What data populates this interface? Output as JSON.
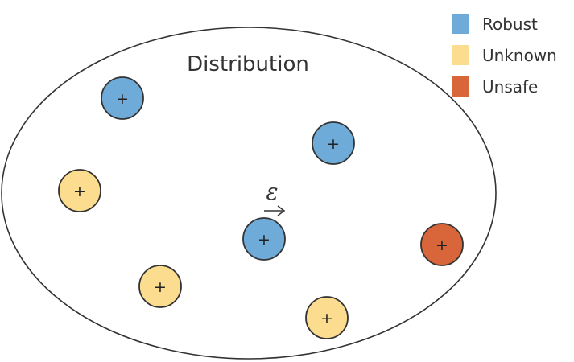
{
  "title": "Distribution",
  "perturbation_symbol": "ε",
  "point_symbol": "+",
  "colors": {
    "robust": "#6fabd9",
    "unknown": "#fcdc8f",
    "unsafe": "#d8663a",
    "outline": "#333333"
  },
  "legend": [
    {
      "key": "robust",
      "label": "Robust",
      "color": "#6fabd9"
    },
    {
      "key": "unknown",
      "label": "Unknown",
      "color": "#fcdc8f"
    },
    {
      "key": "unsafe",
      "label": "Unsafe",
      "color": "#d8663a"
    }
  ],
  "points": [
    {
      "category": "robust"
    },
    {
      "category": "robust"
    },
    {
      "category": "unknown"
    },
    {
      "category": "robust"
    },
    {
      "category": "unsafe"
    },
    {
      "category": "unknown"
    },
    {
      "category": "unknown"
    }
  ]
}
